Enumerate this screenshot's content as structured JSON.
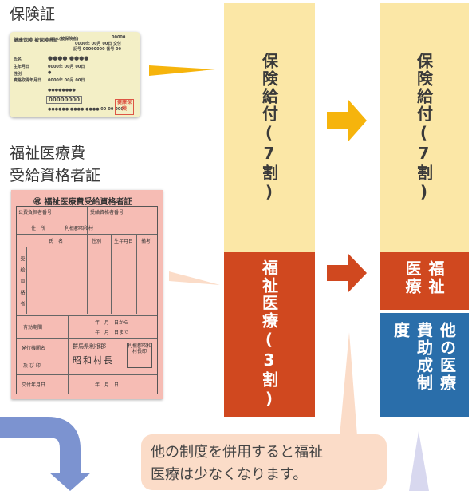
{
  "labels": {
    "insurance_card": "保険証",
    "welfare_cert_line1": "福祉医療費",
    "welfare_cert_line2": "受給資格者証"
  },
  "card": {
    "header_left": "健康保険 被保険者証",
    "header_mid": "本人(被保険者)",
    "header_right1": "00000",
    "header_right2": "0000年 00月 00日 交付",
    "header_right3": "記号 00000000 番号 00",
    "name_label": "氏名",
    "name_value": "●●●● ●●●●",
    "birth_label": "生年月日",
    "birth_value": "0000年 00月 00日",
    "sex_label": "性別",
    "sex_value": "●",
    "acq_label": "資格取得年月日",
    "acq_value": "0000年 00月 00日",
    "row1": "●●●●●●●●",
    "row2": "00000000",
    "row3": "●●●●●● ●●●● ●●●●  00-00-000",
    "seal": "健康保険"
  },
  "cert": {
    "title": "㊗ 福祉医療費受給資格者証",
    "burden_no": "公費負担者番号",
    "recipient_no": "受給資格者番号",
    "address_label": "住　所",
    "address_value": "利根郡昭和村",
    "name_col": "氏　名",
    "sex_col": "性別",
    "birth_col": "生年月日",
    "note_col": "備考",
    "side_label": "受給資格者",
    "valid_label": "有効期間",
    "valid_from": "年　月　日から",
    "valid_to": "年　月　日まで",
    "issuer_label": "発行機関名",
    "issuer_pref": "群馬県利根郡",
    "issuer_name": "昭和村長",
    "seal_label": "及 び 印",
    "seal_text": "利根郡昭和村長印",
    "issue_date_label": "交付年月日",
    "issue_date_value": "年　月　日"
  },
  "columns": {
    "left_insurance": "保険給付(7割)",
    "left_welfare": "福祉医療(3割)",
    "right_insurance": "保険給付(7割)",
    "right_welfare": "福祉医療",
    "right_other": "他の医療費助成制度"
  },
  "callout": {
    "line1": "他の制度を併用すると福祉",
    "line2": "医療は少なくなります。"
  },
  "colors": {
    "insurance_fill": "#fbe7a6",
    "welfare_fill": "#d0481f",
    "other_fill": "#2a6eaa",
    "arrow_yellow": "#f6b40c",
    "arrow_red": "#d0481f",
    "callout_fill": "#fbdcc8",
    "curve_arrow": "#7c93d0"
  }
}
